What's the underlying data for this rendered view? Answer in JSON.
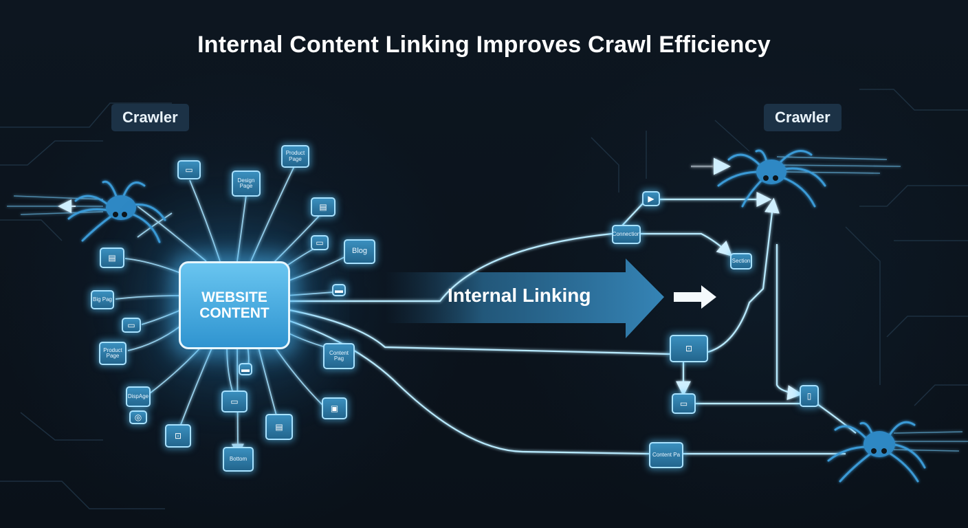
{
  "title": "Internal Content Linking Improves Crawl Efficiency",
  "crawler_left": "Crawler",
  "crawler_right": "Crawler",
  "center_node": "WEBSITE\nCONTENT",
  "arrow_label": "Internal Linking",
  "left_nodes": {
    "product_page_top": "Product\nPage",
    "design_page": "Design\nPage",
    "blog": "Blog",
    "big_page": "Big Pag",
    "product_page_left": "Product\nPage",
    "display_page": "DispAge",
    "content_page": "Content\nPag",
    "bottom_page": "Bottom"
  },
  "right_nodes": {
    "connection": "Connection",
    "side_node": "Section",
    "content_page": "Content Pa"
  },
  "icons": {
    "monitor": "monitor-icon",
    "document": "document-icon",
    "image": "image-icon",
    "phone": "phone-icon",
    "lock": "lock-icon",
    "folder": "folder-icon",
    "play": "play-icon"
  },
  "colors": {
    "background": "#0b121b",
    "node_fill": "#2f7fae",
    "node_border": "#a9e2ff",
    "link_line": "#b9ebff",
    "spider": "#3a9ad6",
    "arrow": "#2f7aa8"
  }
}
